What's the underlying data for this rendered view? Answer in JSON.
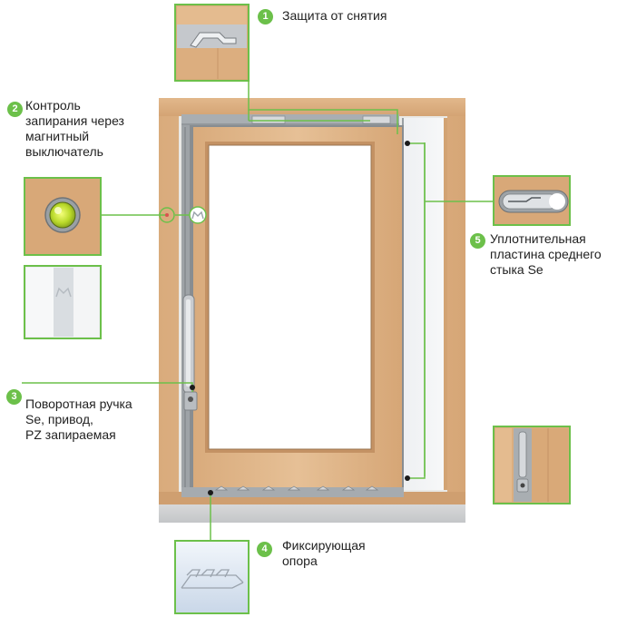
{
  "colors": {
    "accent": "#6cc04a",
    "wood": "#e1b78b",
    "wood_dark": "#c8976a",
    "glass": "#ffffff",
    "metal": "#b8bcc0"
  },
  "callouts": [
    {
      "number": "1",
      "lines": [
        "Защита от снятия"
      ]
    },
    {
      "number": "2",
      "lines": [
        "Контроль",
        "запирания через",
        "магнитный",
        "выключатель"
      ]
    },
    {
      "number": "3",
      "lines": [
        "Поворотная ручка",
        "Se, привод,",
        "PZ запираемая"
      ]
    },
    {
      "number": "4",
      "lines": [
        "Фиксирующая",
        "опора"
      ]
    },
    {
      "number": "5",
      "lines": [
        "Уплотнительная",
        "пластина среднего",
        "стыка Se"
      ]
    }
  ]
}
